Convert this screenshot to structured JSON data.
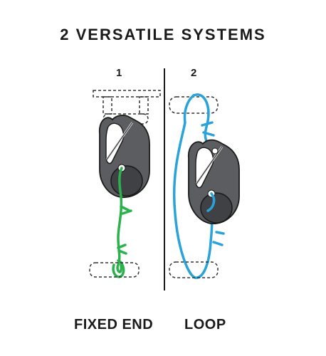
{
  "title": "2 VERSATILE SYSTEMS",
  "systems": [
    {
      "number": "1",
      "caption": "FIXED END",
      "cord_color": "#2bb24c"
    },
    {
      "number": "2",
      "caption": "LOOP",
      "cord_color": "#29a3d9"
    }
  ],
  "colors": {
    "clip_body": "#5b5d60",
    "clip_dark": "#3f4144",
    "outline": "#1a1a1a",
    "dashed_anchor": "#333333"
  }
}
